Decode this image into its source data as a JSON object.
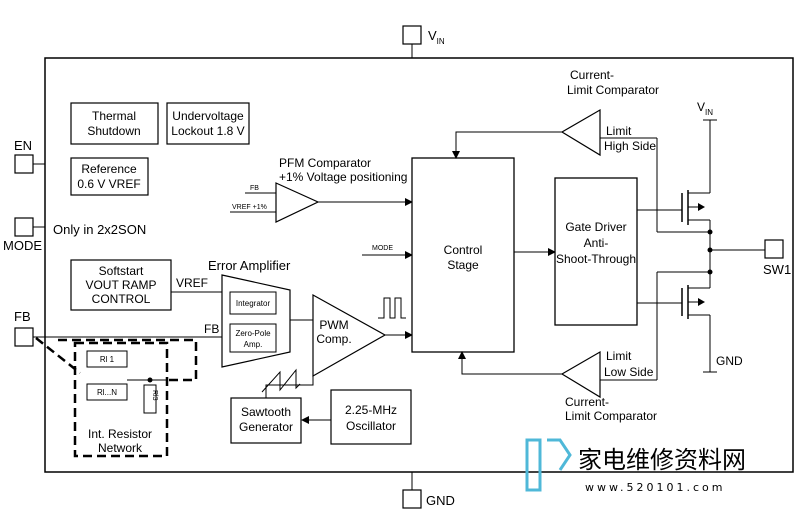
{
  "pins": {
    "vin": "V",
    "vin_sub": "IN",
    "en": "EN",
    "mode": "MODE",
    "mode_note": "Only in  2x2SON",
    "fb": "FB",
    "sw1": "SW1",
    "gnd_bottom": "GND",
    "gnd_fet": "GND",
    "vin_fet": "V",
    "vin_fet_sub": "IN"
  },
  "blocks": {
    "thermal": [
      "Thermal",
      "Shutdown"
    ],
    "undervoltage": [
      "Undervoltage",
      "Lockout 1.8 V"
    ],
    "reference": [
      "Reference",
      "0.6 V VREF"
    ],
    "softstart": [
      "Softstart",
      "VOUT RAMP",
      "CONTROL"
    ],
    "control": [
      "Control",
      "Stage"
    ],
    "gate_driver": [
      "Gate Driver",
      "Anti-",
      "Shoot-Through"
    ],
    "sawtooth": [
      "Sawtooth",
      "Generator"
    ],
    "oscillator": [
      "2.25-MHz",
      "Oscillator"
    ],
    "pwm": [
      "PWM",
      "Comp."
    ],
    "integrator": "Integrator",
    "zero_pole": [
      "Zero-Pole",
      "Amp."
    ],
    "resistor_network": [
      "Int. Resistor",
      "Network"
    ],
    "r1": "Rl 1",
    "rn": "Rl...N",
    "r3": "Rl3"
  },
  "labels": {
    "pfm": [
      "PFM Comparator",
      "+1% Voltage positioning"
    ],
    "pfm_fb": "FB",
    "pfm_vref": "VREF +1%",
    "error_amp": "Error Amplifier",
    "vref": "VREF",
    "fb_line": "FB",
    "mode_arrow": "MODE",
    "cl_top": [
      "Current-",
      "Limit Comparator"
    ],
    "cl_top_in": [
      "Limit",
      "High Side"
    ],
    "cl_bottom": [
      "Current-",
      "Limit Comparator"
    ],
    "cl_bottom_in": [
      "Limit",
      "Low Side"
    ]
  },
  "watermark": {
    "text": "家电维修资料网",
    "url": "www.520101.com",
    "color": "#4fb8d8"
  }
}
